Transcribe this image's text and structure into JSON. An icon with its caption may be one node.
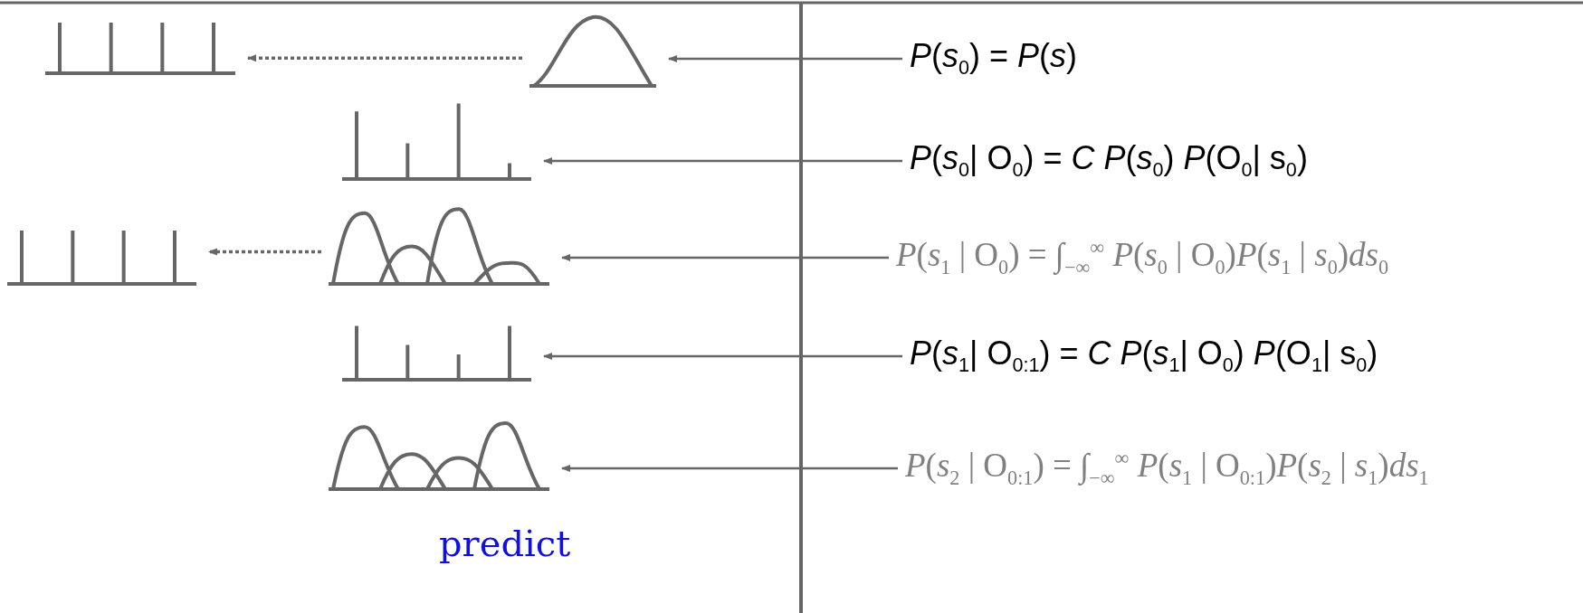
{
  "diagram": {
    "nodes": [
      {
        "text": [],
        "shape": "picture"
      },
      {
        "text": [],
        "shape": "picture"
      },
      {
        "text": [
          "*P*(*s*$_{0}$) = *P*(*s*)"
        ]
      },
      {
        "text": [],
        "shape": "picture"
      },
      {
        "text": [
          "*P*(*s*$_{0}$| O$_{0}$) = *C* *P*(*s*$_{0}$) *P*(O$_{0}$| s$_{0}$)"
        ]
      },
      {
        "text": [],
        "shape": "picture"
      },
      {
        "text": [],
        "shape": "picture"
      },
      {
        "text": [
          "*P*(*s*$_{1}$ | O$_{0}$) = ∫$_{−∞}$$^{∞}$ *P*(*s*$_{0}$ | O$_{0}$)*P*(*s*$_{1}$ | *s*$_{0}$)*ds*$_{0}$"
        ]
      },
      {
        "text": [],
        "shape": "picture"
      },
      {
        "text": [
          "*P*(*s*$_{1}$| O$_{0:1}$) = *C* *P*(*s*$_{1}$| O$_{0}$) *P*(O$_{1}$| s$_{0}$)"
        ]
      },
      {
        "text": [],
        "shape": "picture"
      },
      {
        "text": [
          "*P*(*s*$_{2}$ | O$_{0:1}$) = ∫$_{−∞}$$^{∞}$ *P*(*s*$_{1}$ | O$_{0:1}$)*P*(*s*$_{2}$ | *s*$_{1}$)*ds*$_{1}$"
        ]
      }
    ],
    "edges": [
      {
        "from": 2,
        "to": 1,
        "arrow": "to"
      },
      {
        "from": 1,
        "to": 0,
        "arrow": "to",
        "style": "dashed"
      },
      {
        "from": 4,
        "to": 3,
        "arrow": "to"
      },
      {
        "from": 7,
        "to": 6,
        "arrow": "to"
      },
      {
        "from": 6,
        "to": 5,
        "arrow": "to",
        "style": "dashed"
      },
      {
        "from": 9,
        "to": 8,
        "arrow": "to"
      },
      {
        "from": 11,
        "to": 10,
        "arrow": "to"
      }
    ],
    "labels": [
      "predict"
    ]
  }
}
